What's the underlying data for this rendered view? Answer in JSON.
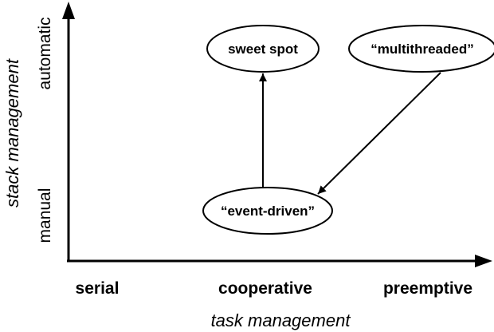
{
  "axes": {
    "x_title": "task management",
    "y_title": "stack management",
    "x_ticks": [
      "serial",
      "cooperative",
      "preemptive"
    ],
    "y_ticks": [
      "manual",
      "automatic"
    ]
  },
  "nodes": {
    "sweet_spot": "sweet spot",
    "multithreaded": "“multithreaded”",
    "event_driven": "“event-driven”"
  },
  "edges": [
    {
      "from": "event_driven",
      "to": "sweet_spot"
    },
    {
      "from": "multithreaded",
      "to": "event_driven"
    }
  ]
}
